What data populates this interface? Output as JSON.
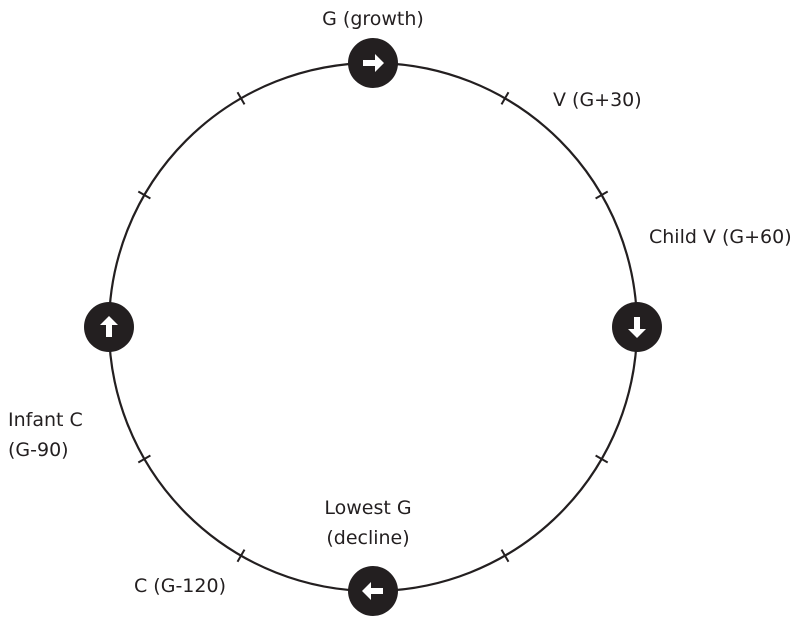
{
  "diagram": {
    "colors": {
      "stroke": "#231f20",
      "marker_fill": "#231f20",
      "arrow": "#ffffff",
      "background": "#ffffff"
    },
    "markers": [
      {
        "id": "top",
        "arrow": "right",
        "icon": "arrow-right-icon"
      },
      {
        "id": "right",
        "arrow": "down",
        "icon": "arrow-down-icon"
      },
      {
        "id": "bottom",
        "arrow": "left",
        "icon": "arrow-left-icon"
      },
      {
        "id": "left",
        "arrow": "up",
        "icon": "arrow-up-icon"
      }
    ],
    "labels": {
      "top": "G (growth)",
      "v": "V (G+30)",
      "child_v": "Child V (G+60)",
      "lowest_line1": "Lowest G",
      "lowest_line2": "(decline)",
      "c": "C (G-120)",
      "infant_line1": "Infant C",
      "infant_line2": "(G-90)"
    }
  }
}
